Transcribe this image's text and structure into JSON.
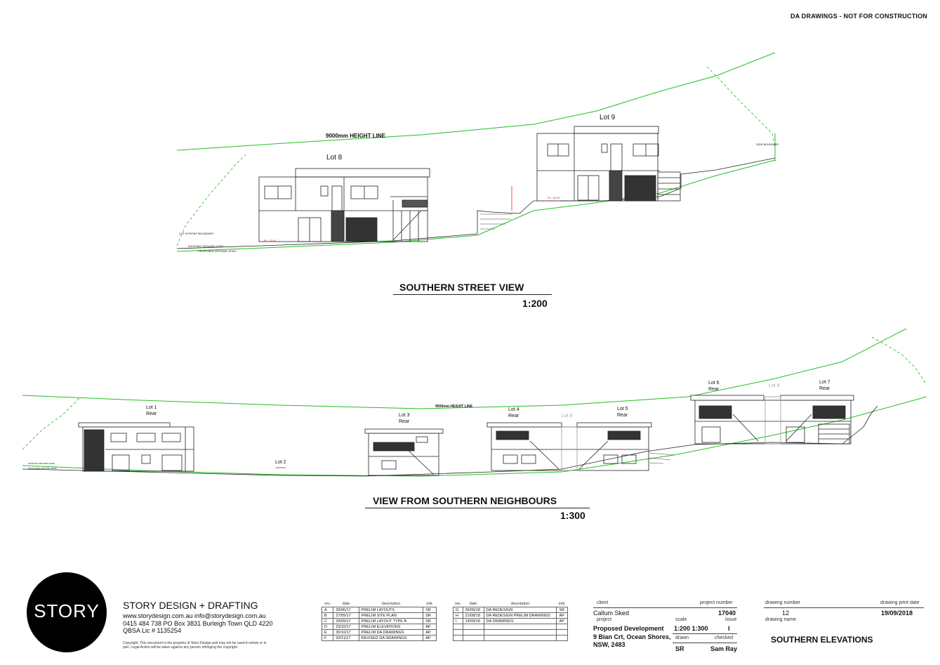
{
  "header_note": "DA DRAWINGS - NOT FOR CONSTRUCTION",
  "street_view": {
    "title": "SOUTHERN STREET VIEW",
    "scale": "1:200",
    "height_line": "9000mm HEIGHT LINE",
    "lot8": "Lot 8",
    "lot9": "Lot 9",
    "front_boundary": "LOT 8 FRONT BOUNDARY",
    "side_boundary": "SIDE BOUNDARY",
    "existing_ground": "EXISTING GROUND LEVEL",
    "proposed_ground": "PROPOSED GROUND LEVEL",
    "rl_lot8": "RL: 22.42",
    "rl_lot9": "RL: 26.29"
  },
  "neighbours_view": {
    "title": "VIEW FROM SOUTHERN NEIGHBOURS",
    "scale": "1:300",
    "height_line": "9000mm HEIGHT LINE",
    "lot1": "Lot 1",
    "lot1_sub": "Rear",
    "lot2": "Lot 2",
    "lot2_sub": "EXISTING",
    "lot3": "Lot 3",
    "lot3_sub": "Rear",
    "lot4": "Lot 4",
    "lot4_sub": "Rear",
    "lot5": "Lot 5",
    "lot5_sub": "Rear",
    "lot6": "Lot 6",
    "lot6_sub": "Rear",
    "lot7": "Lot 7",
    "lot7_sub": "Rear",
    "lot8_ghost": "Lot 8",
    "lot9_ghost": "Lot 9",
    "existing_ground": "EXISTING GROUND LEVEL",
    "proposed_ground": "PROPOSED GROUND LEVEL"
  },
  "company": {
    "logo": "STORY",
    "name": "STORY DESIGN + DRAFTING",
    "web_email": "www.storydesign.com.au      info@storydesign.com.au",
    "phone_address": "0415 484 738    PO Box 3831 Burleigh Town QLD 4220",
    "qbsa": "QBSA Lic # 1135254",
    "copyright": "Copyright: This document is the property of Story Design and may not be used in whole or in part. Legal Action will be taken against any person infringing the copyright."
  },
  "revisions_headers": [
    "rev.",
    "date",
    "description",
    "initi."
  ],
  "revisions_left": [
    [
      "A",
      "29/06/17",
      "PRELIM LAYOUTS",
      "SR"
    ],
    [
      "B",
      "27/09/17",
      "PRELIM SITE PLAN",
      "SR"
    ],
    [
      "C",
      "29/09/17",
      "PRELIM LAYOUT TYPE B",
      "SR"
    ],
    [
      "D",
      "23/10/17",
      "PRELIM ELEVATIONS",
      "AP"
    ],
    [
      "E",
      "30/10/17",
      "PRELIM DA DRAWINGS",
      "AP"
    ],
    [
      "F",
      "20/11/17",
      "REVISED DA DRAWINGS",
      "AP"
    ]
  ],
  "revisions_right": [
    [
      "G",
      "26/06/18",
      "DA REDESIGN",
      "SR"
    ],
    [
      "H",
      "21/08/18",
      "DA REDESIGN PRELIM DRAWINGS",
      "AP"
    ],
    [
      "I",
      "19/09/18",
      "DA DRAWINGS",
      "AP"
    ],
    [
      "",
      "",
      "",
      ""
    ],
    [
      "",
      "",
      "",
      ""
    ],
    [
      "",
      "",
      "",
      ""
    ]
  ],
  "title_block": {
    "client_label": "client",
    "client": "Callum Sked",
    "project_number_label": "project number",
    "project_number": "17040",
    "project_label": "project",
    "project_name": "Proposed Development",
    "address_line1": "9 Bian Crt, Ocean Shores,",
    "address_line2": "NSW, 2483",
    "scale_label": "scale",
    "scale": "1:200  1:300",
    "issue_label": "issue",
    "issue": "I",
    "drawn_label": "drawn",
    "drawn": "SR",
    "checked_label": "checked",
    "checked": "Sam Ray",
    "drawing_number_label": "drawing number",
    "drawing_number": "12",
    "print_date_label": "drawing print date",
    "print_date": "19/09/2018",
    "drawing_name_label": "drawing name",
    "drawing_name": "SOUTHERN ELEVATIONS"
  }
}
